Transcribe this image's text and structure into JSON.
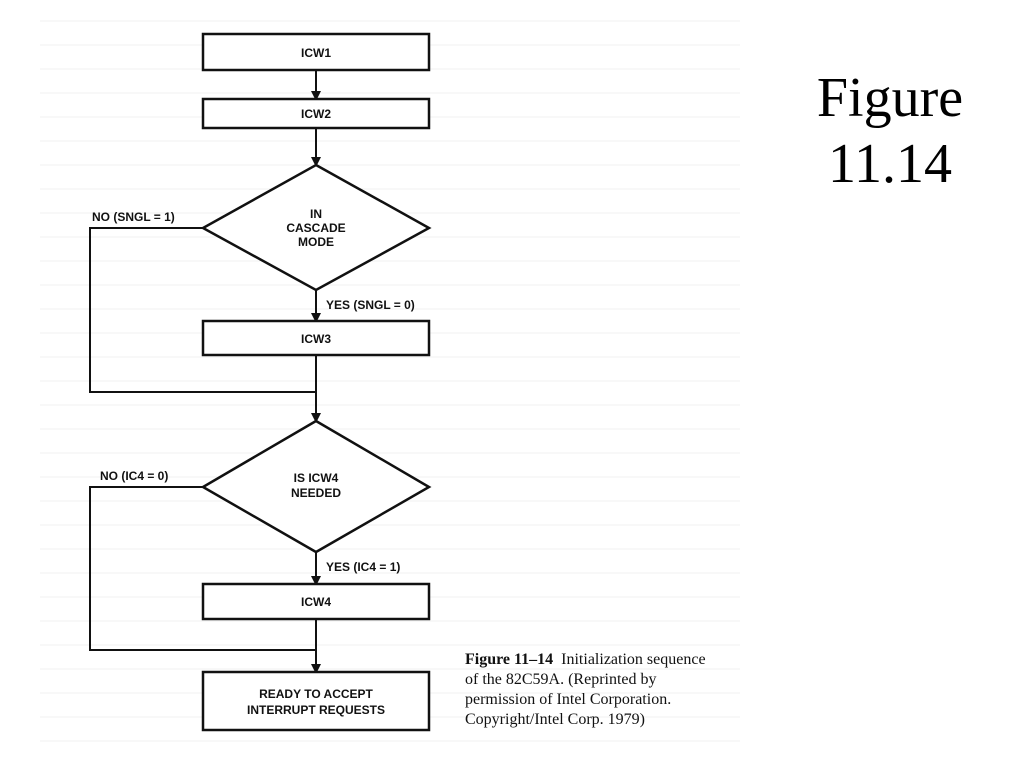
{
  "slide_title": {
    "line1": "Figure",
    "line2": "11.14"
  },
  "flowchart": {
    "nodes": {
      "icw1": "ICW1",
      "icw2": "ICW2",
      "cascade_line1": "IN",
      "cascade_line2": "CASCADE",
      "cascade_line3": "MODE",
      "icw3": "ICW3",
      "icw4_needed_line1": "IS ICW4",
      "icw4_needed_line2": "NEEDED",
      "icw4": "ICW4",
      "ready_line1": "READY TO ACCEPT",
      "ready_line2": "INTERRUPT REQUESTS"
    },
    "edges": {
      "cascade_no": "NO (SNGL = 1)",
      "cascade_yes": "YES (SNGL = 0)",
      "icw4_no": "NO (IC4 = 0)",
      "icw4_yes": "YES (IC4 = 1)"
    }
  },
  "caption": {
    "number": "Figure 11–14",
    "line1": "Initialization sequence",
    "line2": "of the 82C59A. (Reprinted by",
    "line3": "permission of Intel Corporation.",
    "line4": "Copyright/Intel Corp. 1979)"
  }
}
